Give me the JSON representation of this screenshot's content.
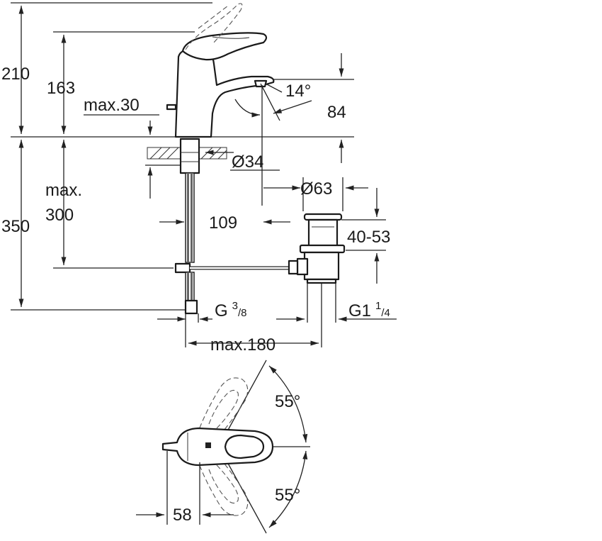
{
  "front_view": {
    "dims": {
      "overall_height": "210",
      "spout_height": "163",
      "max_deck": "max.30",
      "angle_spout": "14°",
      "spout_offset": "84",
      "hole_dia": "Ø34",
      "below_deck": "max.",
      "below_deck_val": "300",
      "total_below": "350",
      "spout_reach": "109",
      "waste_dia": "Ø63",
      "waste_range": "40-53",
      "connection_left_main": "G",
      "connection_left_sup": "3",
      "connection_left_sub": "/8",
      "connection_right_main": "G1",
      "connection_right_sup": "1",
      "connection_right_sub": "/4",
      "max_width": "max.180"
    }
  },
  "top_view": {
    "dims": {
      "angle_top": "55°",
      "angle_bottom": "55°",
      "offset": "58"
    }
  }
}
